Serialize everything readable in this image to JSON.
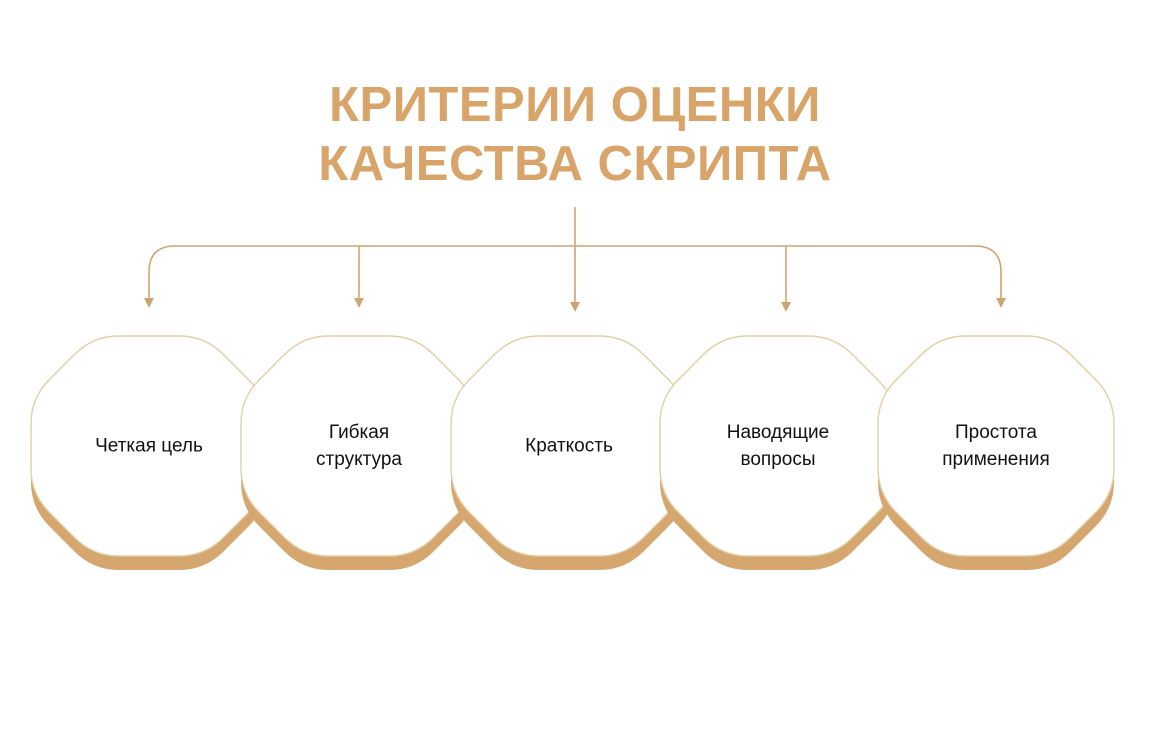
{
  "title": {
    "line1": "КРИТЕРИИ ОЦЕНКИ",
    "line2": "КАЧЕСТВА СКРИПТА"
  },
  "colors": {
    "accent": "#d8a46a",
    "line": "#cfa56f",
    "node_border": "#e2cfa6",
    "node_shadow": "#d5a76f",
    "text": "#111111"
  },
  "nodes": [
    {
      "label": "Четкая цель",
      "lines": [
        "Четкая цель"
      ]
    },
    {
      "label": "Гибкая структура",
      "lines": [
        "Гибкая",
        "структура"
      ]
    },
    {
      "label": "Краткость",
      "lines": [
        "Краткость"
      ]
    },
    {
      "label": "Наводящие вопросы",
      "lines": [
        "Наводящие",
        "вопросы"
      ]
    },
    {
      "label": "Простота применения",
      "lines": [
        "Простота",
        "применения"
      ]
    }
  ]
}
